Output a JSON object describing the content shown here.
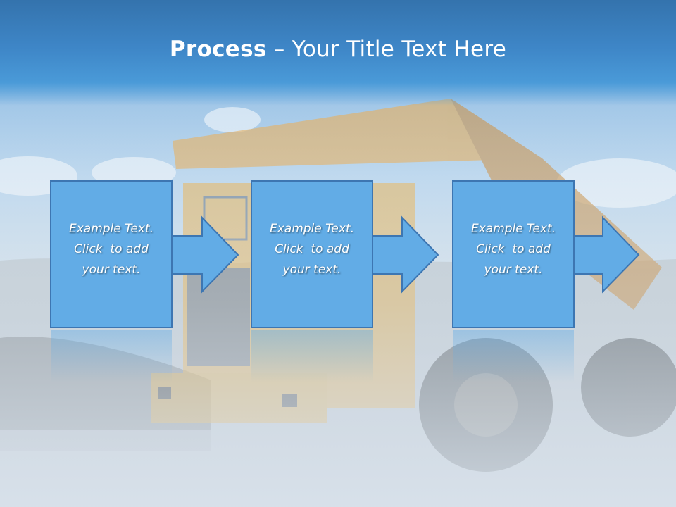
{
  "slide": {
    "title_bold": "Process",
    "title_rest": " – Your Title Text Here"
  },
  "steps": [
    {
      "line1": "Example Text.",
      "line2": "Click  to add",
      "line3": "your text."
    },
    {
      "line1": "Example Text.",
      "line2": "Click  to add",
      "line3": "your text."
    },
    {
      "line1": "Example Text.",
      "line2": "Click  to add",
      "line3": "your text."
    }
  ],
  "colors": {
    "title_band": "#3e86c7",
    "step_fill": "#62ace6",
    "step_border": "#3d76b2"
  }
}
